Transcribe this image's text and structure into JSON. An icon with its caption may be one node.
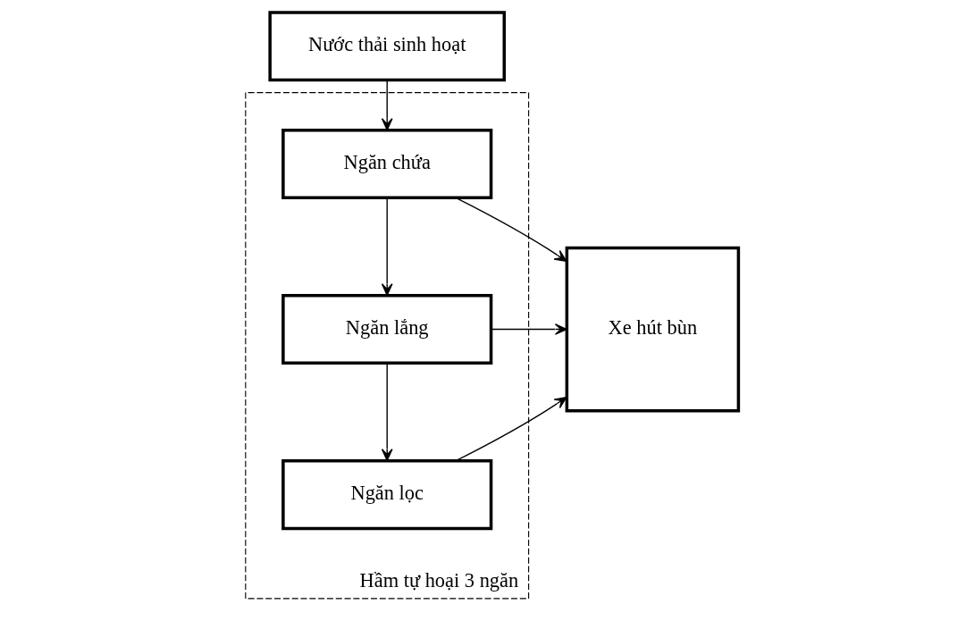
{
  "diagram": {
    "nodes": [
      {
        "text": [
          "Nước thải sinh hoạt"
        ]
      },
      {
        "text": [
          "Hầm tự hoại 3 ngăn"
        ]
      },
      {
        "text": [
          "Ngăn chứa"
        ],
        "in": 1
      },
      {
        "text": [
          "Ngăn lắng"
        ],
        "in": 1
      },
      {
        "text": [
          "Ngăn lọc"
        ],
        "in": 1
      },
      {
        "text": [
          "Xe hút bùn"
        ]
      }
    ],
    "edges": [
      {
        "from": 0,
        "to": 2,
        "arrow": "to"
      },
      {
        "from": 2,
        "to": 3,
        "arrow": "to"
      },
      {
        "from": 3,
        "to": 4,
        "arrow": "to"
      },
      {
        "from": 2,
        "to": 5,
        "arrow": "to"
      },
      {
        "from": 3,
        "to": 5,
        "arrow": "to"
      },
      {
        "from": 4,
        "to": 5,
        "arrow": "to"
      }
    ]
  }
}
